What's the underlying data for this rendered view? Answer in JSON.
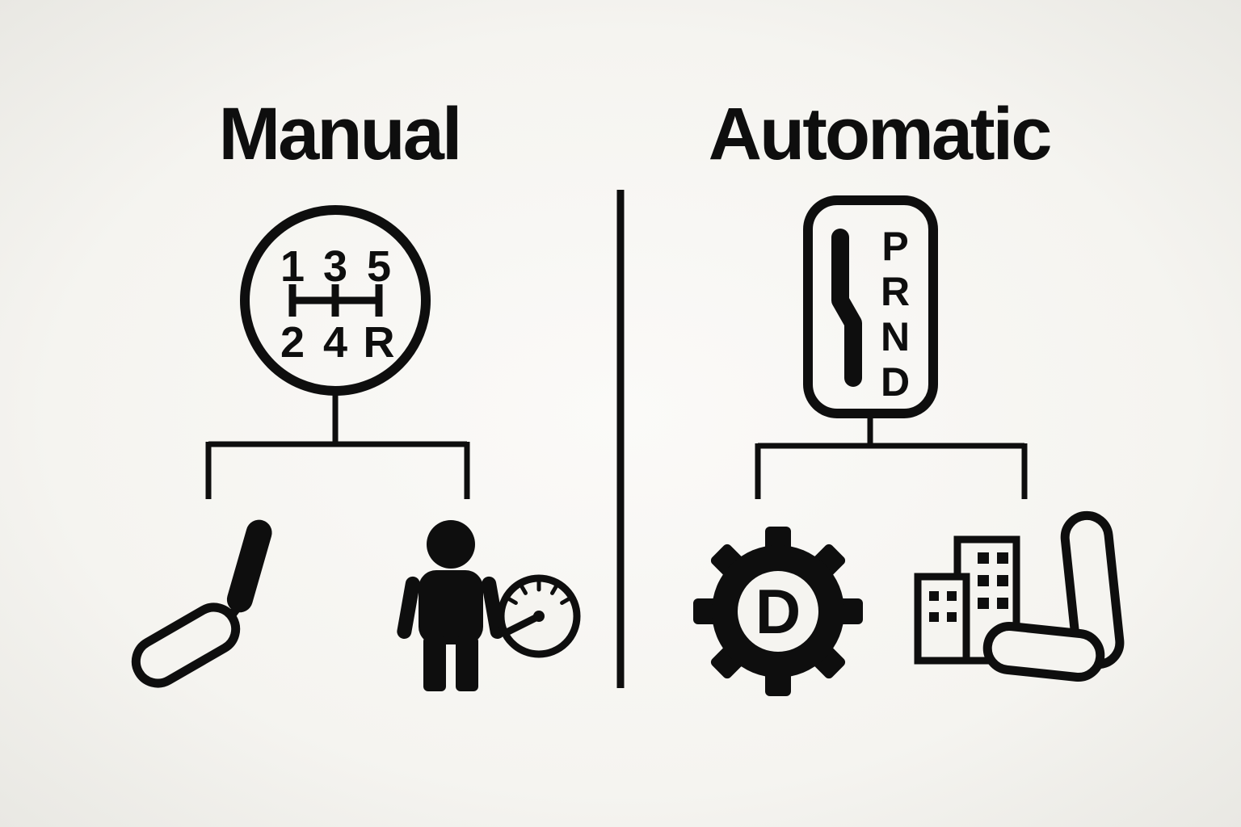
{
  "page": {
    "background": "#f5f4f0",
    "ink": "#0e0e0e"
  },
  "manual": {
    "title": "Manual",
    "gear_top": [
      "1",
      "3",
      "5"
    ],
    "gear_bottom": [
      "2",
      "4",
      "R"
    ],
    "icons": [
      "gear-shift-pattern",
      "clutch-pedal",
      "driver-person",
      "speedometer"
    ]
  },
  "automatic": {
    "title": "Automatic",
    "selector": [
      "P",
      "R",
      "N",
      "D"
    ],
    "drive_letter": "D",
    "icons": [
      "gear-selector",
      "drive-mode-gear",
      "city-buildings",
      "comfort-seat"
    ]
  }
}
